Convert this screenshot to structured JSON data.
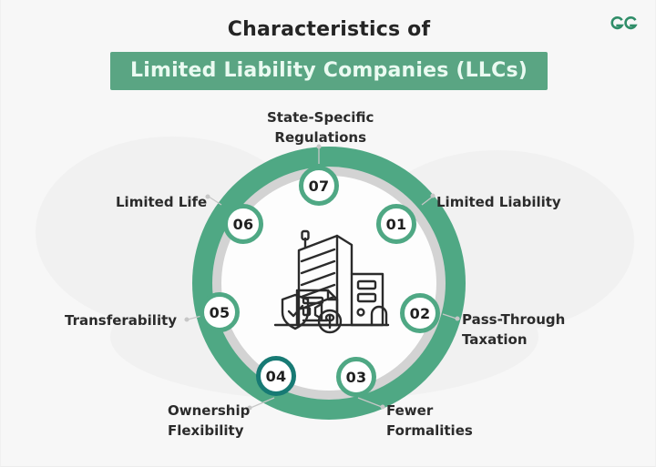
{
  "header": {
    "title_top": "Characteristics of",
    "title_banner": "Limited Liability Companies (LLCs)"
  },
  "brand": {
    "logo_name": "geeksforgeeks-logo",
    "logo_color": "#2f8d68"
  },
  "colors": {
    "background": "#f7f7f7",
    "ring_green": "#4fa884",
    "ring_gray": "#d3d3d3",
    "ring_inner": "#fdfdfd",
    "banner_green": "#5aa583",
    "banner_text": "#eafaf1",
    "accent_teal": "#177a74",
    "label_text": "#2b2b2b",
    "leader_line": "#c7c7c7"
  },
  "diagram": {
    "center_icon_name": "business-building-document-shield-icon",
    "nodes": [
      {
        "number": "01",
        "label": "Limited Liability",
        "highlighted": false
      },
      {
        "number": "02",
        "label": "Pass-Through\nTaxation",
        "highlighted": false
      },
      {
        "number": "03",
        "label": "Fewer\nFormalities",
        "highlighted": false
      },
      {
        "number": "04",
        "label": "Ownership\nFlexibility",
        "highlighted": true
      },
      {
        "number": "05",
        "label": "Transferability",
        "highlighted": false
      },
      {
        "number": "06",
        "label": "Limited Life",
        "highlighted": false
      },
      {
        "number": "07",
        "label": "State-Specific\nRegulations",
        "highlighted": false
      }
    ]
  }
}
